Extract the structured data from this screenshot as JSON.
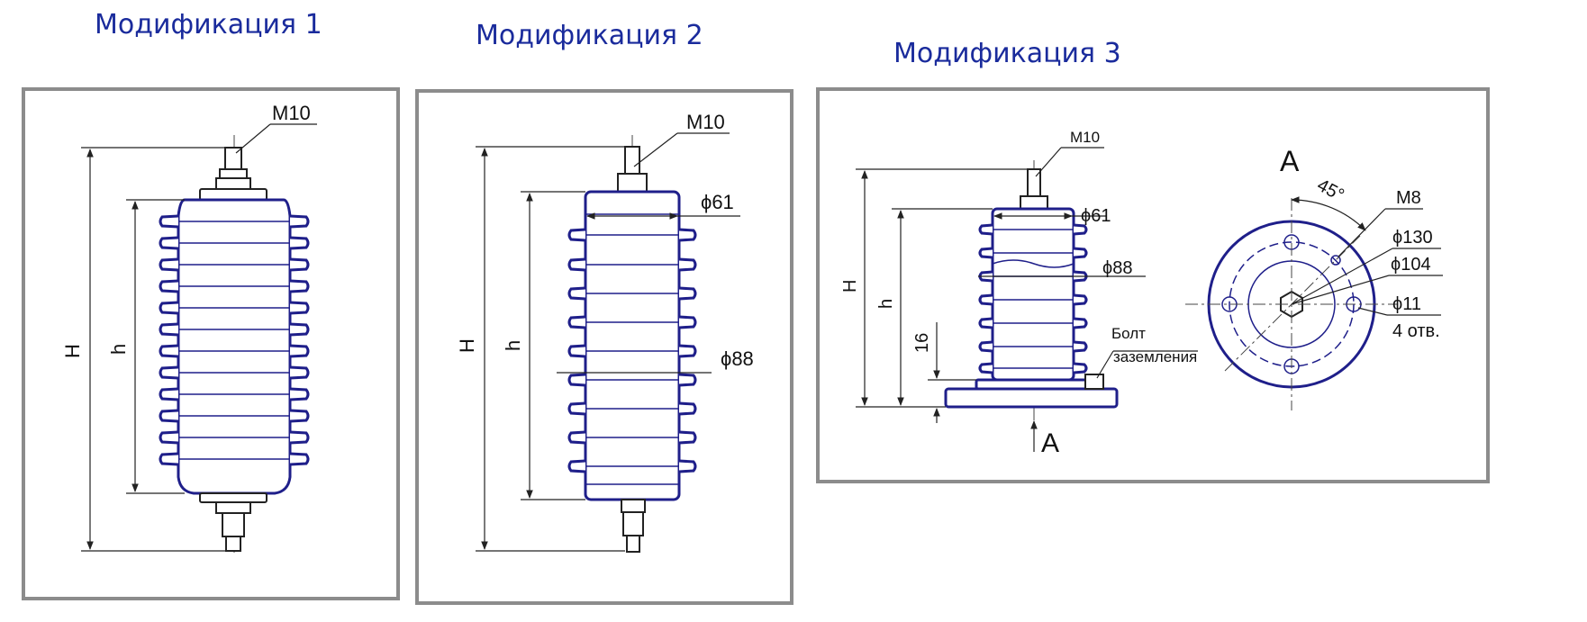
{
  "titles": [
    "Модификация 1",
    "Модификация 2",
    "Модификация 3"
  ],
  "mod1": {
    "thread": "M10",
    "H": "H",
    "h": "h"
  },
  "mod2": {
    "thread": "M10",
    "d_top": "ϕ61",
    "d_fin": "ϕ88",
    "H": "H",
    "h": "h"
  },
  "mod3": {
    "thread": "M10",
    "d_top": "ϕ61",
    "d_fin": "ϕ88",
    "H": "H",
    "h": "h",
    "base_h": "16",
    "bolt_line1": "Болт",
    "bolt_line2": "заземления",
    "view_arrow": "A",
    "view_title": "A",
    "angle": "45°",
    "hole_thread": "M8",
    "d_outer": "ϕ130",
    "d_pcd": "ϕ104",
    "d_hole": "ϕ11",
    "holes": "4 отв."
  },
  "colors": {
    "title": "#1a2b9c",
    "outline": "#1f1f8a",
    "frame": "#8c8c8c"
  }
}
